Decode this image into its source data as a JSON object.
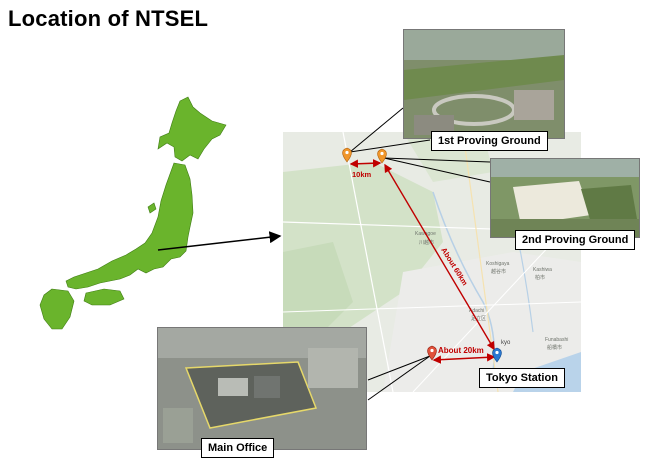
{
  "title": "Location of NTSEL",
  "labels": {
    "first_proving_ground": "1st Proving Ground",
    "second_proving_ground": "2nd Proving Ground",
    "main_office": "Main Office",
    "tokyo_station": "Tokyo Station"
  },
  "distances": {
    "between_grounds": "10km",
    "to_tokyo": "About 60km",
    "office_to_station": "About 20km"
  },
  "map_places": {
    "kawagoe_en": "Kawagoe",
    "kawagoe_jp": "川越市",
    "koshigaya_en": "Koshigaya",
    "koshigaya_jp": "越谷市",
    "kashiwa_en": "Kashiwa",
    "kashiwa_jp": "柏市",
    "adachi_en": "Adachi",
    "adachi_jp": "足立区",
    "funabashi_en": "Funabashi",
    "funabashi_jp": "船橋市",
    "tokyo_partial": "kyo"
  },
  "colors": {
    "japan_fill": "#6ab42c",
    "route_red": "#c00000",
    "pin_orange": "#f0962a",
    "pin_blue": "#2a78d0"
  }
}
